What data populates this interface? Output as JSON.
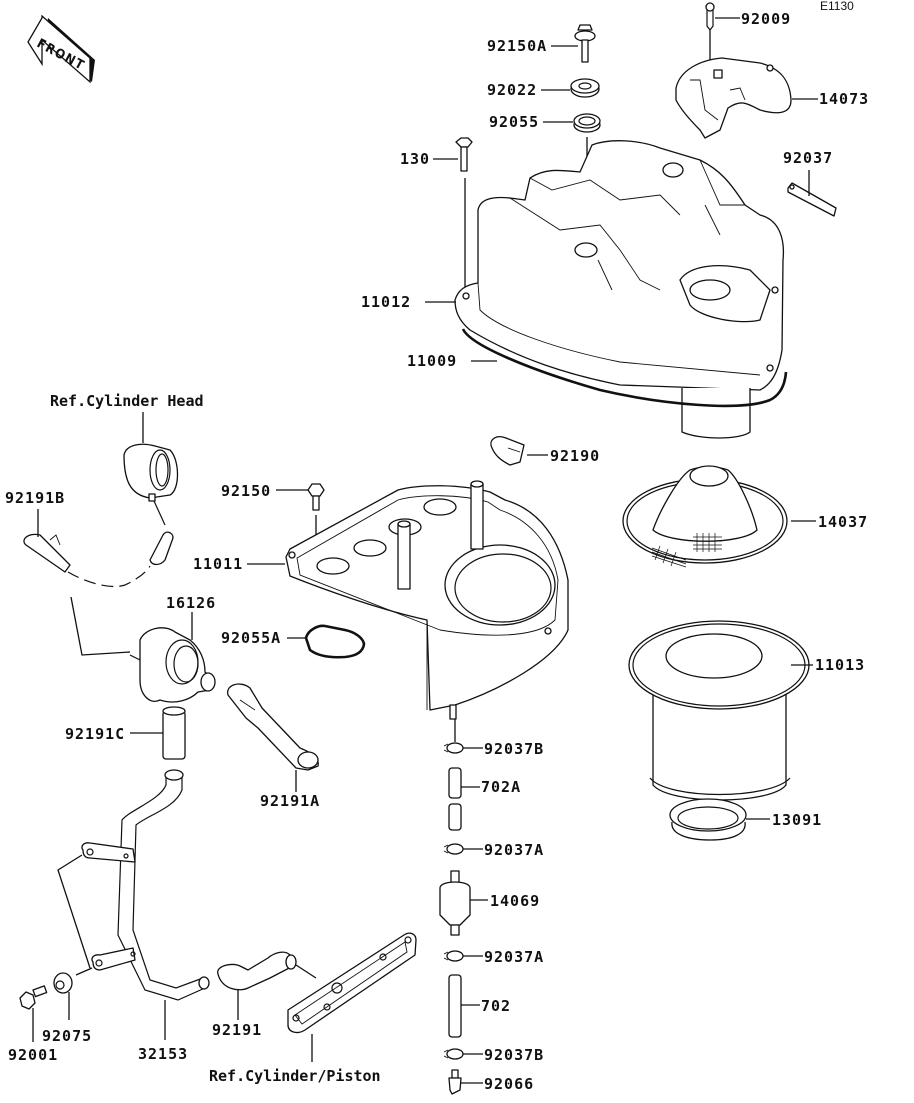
{
  "diagram": {
    "title_code": "E1130",
    "front_indicator": "FRONT",
    "references": {
      "cylinder_head": "Ref.Cylinder Head",
      "cylinder_piston": "Ref.Cylinder/Piston"
    },
    "parts": [
      {
        "id": "92009",
        "name": "bolt-top-cover"
      },
      {
        "id": "92150A",
        "name": "bolt-flanged-a"
      },
      {
        "id": "92022",
        "name": "washer"
      },
      {
        "id": "14073",
        "name": "cover-intake"
      },
      {
        "id": "92055",
        "name": "grommet"
      },
      {
        "id": "130",
        "name": "bolt-flanged"
      },
      {
        "id": "92037",
        "name": "clamp-strap"
      },
      {
        "id": "11012",
        "name": "air-cleaner-cap"
      },
      {
        "id": "11009",
        "name": "gasket-cap"
      },
      {
        "id": "92190",
        "name": "plug-fitting"
      },
      {
        "id": "92191B",
        "name": "hose-b"
      },
      {
        "id": "92150",
        "name": "bolt"
      },
      {
        "id": "14037",
        "name": "filter-cover-mesh"
      },
      {
        "id": "11011",
        "name": "air-cleaner-case"
      },
      {
        "id": "16126",
        "name": "valve-reed"
      },
      {
        "id": "92055A",
        "name": "gasket-o-ring"
      },
      {
        "id": "11013",
        "name": "air-filter-element"
      },
      {
        "id": "92191C",
        "name": "hose-c"
      },
      {
        "id": "92037B",
        "name": "clamp-b-upper"
      },
      {
        "id": "702A",
        "name": "tube-a"
      },
      {
        "id": "92191A",
        "name": "hose-a"
      },
      {
        "id": "13091",
        "name": "collar-seal"
      },
      {
        "id": "92037A",
        "name": "clamp-a-upper"
      },
      {
        "id": "14069",
        "name": "drain-filter"
      },
      {
        "id": "92037A",
        "name": "clamp-a-lower"
      },
      {
        "id": "702",
        "name": "tube"
      },
      {
        "id": "92001",
        "name": "banjo-bolt"
      },
      {
        "id": "92075",
        "name": "gasket-washer"
      },
      {
        "id": "92191",
        "name": "hose"
      },
      {
        "id": "32153",
        "name": "pipe-air"
      },
      {
        "id": "92037B",
        "name": "clamp-b-lower"
      },
      {
        "id": "92066",
        "name": "plug-drain"
      }
    ]
  }
}
